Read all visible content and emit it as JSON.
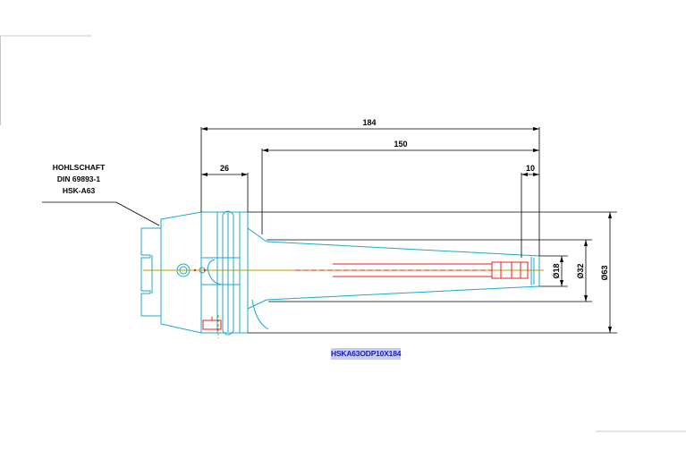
{
  "drawing": {
    "note_lines": [
      "HOHLSCHAFT",
      "DIN 69893-1",
      "HSK-A63"
    ],
    "dimensions": {
      "overall_length": "184",
      "taper_length": "150",
      "shank_length": "26",
      "tip_length": "10",
      "diameter_bore": "Ø18",
      "diameter_tip": "Ø32",
      "diameter_flange": "Ø63"
    },
    "part_number": "HSKA63ODP10X184"
  },
  "colors": {
    "outline": "#19a8c9",
    "dimension": "#000000",
    "center_line": "#b5a200",
    "bore_line": "#e52020",
    "label_bg": "#c5cbf5",
    "label_text": "#1a1ac8"
  }
}
